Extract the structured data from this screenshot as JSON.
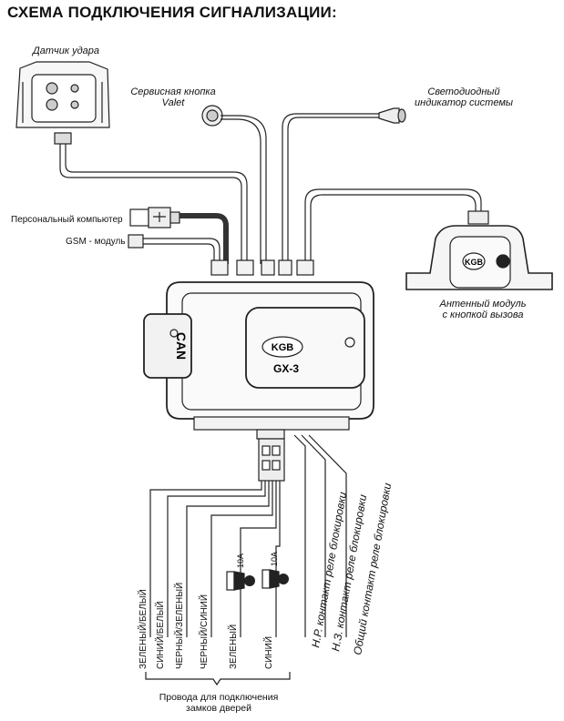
{
  "title": "СХЕМА ПОДКЛЮЧЕНИЯ СИГНАЛИЗАЦИИ:",
  "labels": {
    "shock_sensor": "Датчик удара",
    "service_button_line1": "Сервисная кнопка",
    "service_button_line2": "Valet",
    "led_line1": "Светодиодный",
    "led_line2": "индикатор системы",
    "pc": "Персональный компьютер",
    "gsm": "GSM - модуль",
    "antenna_line1": "Антенный модуль",
    "antenna_line2": "с кнопкой вызова",
    "can": "CAN",
    "unit_logo": "KGB",
    "unit_model": "GX-3",
    "antenna_logo": "KGB",
    "doors_line1": "Провода для подключения",
    "doors_line2": "замков дверей"
  },
  "wires": {
    "green_white": "ЗЕЛЕНЫЙ/БЕЛЫЙ",
    "blue_white": "СИНИЙ/БЕЛЫЙ",
    "black_green": "ЧЕРНЫЙ/ЗЕЛЕНЫЙ",
    "black_blue": "ЧЕРНЫЙ/СИНИЙ",
    "green": "ЗЕЛЕНЫЙ",
    "blue": "СИНИЙ",
    "fuse1": "10A",
    "fuse2": "10A"
  },
  "relay": {
    "no": "Н.Р. контакт реле блокировки",
    "nc": "Н.З. контакт реле блокировки",
    "common": "Общий контакт реле блокировки"
  }
}
